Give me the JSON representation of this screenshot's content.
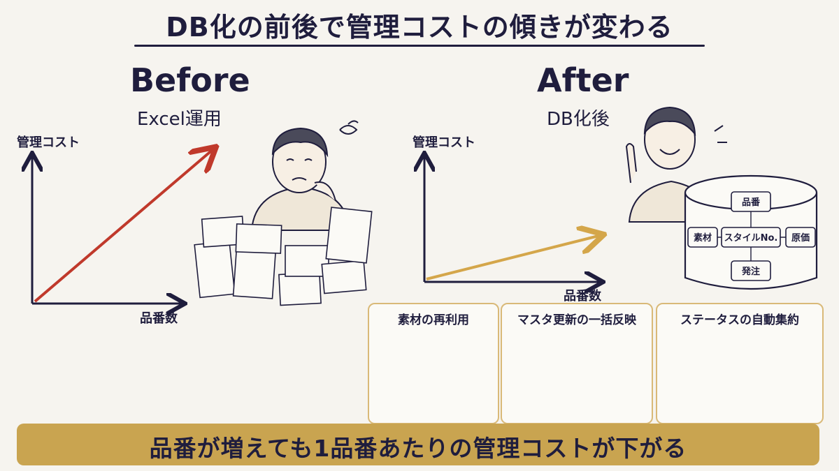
{
  "title": "DB化の前後で管理コストの傾きが変わる",
  "before": {
    "heading": "Before",
    "subheading": "Excel運用",
    "y_axis": "管理コスト",
    "x_axis": "品番数"
  },
  "after": {
    "heading": "After",
    "subheading": "DB化後",
    "y_axis": "管理コスト",
    "x_axis": "品番数",
    "db_items": [
      "品番",
      "素材",
      "スタイルNo.",
      "原価",
      "発注"
    ]
  },
  "panels": [
    {
      "title": "素材の再利用"
    },
    {
      "title": "マスタ更新の一括反映"
    },
    {
      "title": "ステータスの自動集約"
    }
  ],
  "banner": "品番が増えても1品番あたりの管理コストが下がる",
  "colors": {
    "navy": "#1f1d3d",
    "red": "#c0392b",
    "gold": "#d4a64a",
    "banner": "#c9a450",
    "panel_border": "#d9b978"
  }
}
